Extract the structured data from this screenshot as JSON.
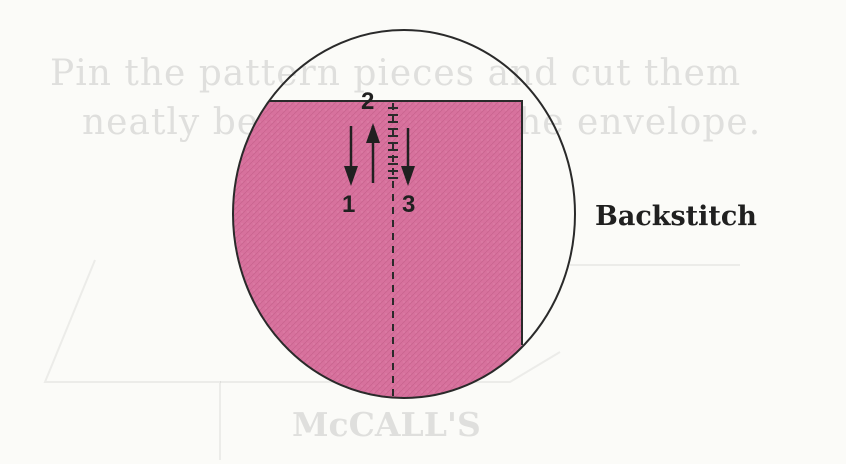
{
  "background_text": {
    "line1": "Pin the pattern pieces and cut them",
    "line2": "neatly before making the envelope.",
    "brand": "McCALL'S"
  },
  "caption": "Backstitch",
  "steps": [
    {
      "number": "1",
      "direction": "down"
    },
    {
      "number": "2",
      "direction": "up"
    },
    {
      "number": "3",
      "direction": "down"
    }
  ],
  "colors": {
    "fabric": "#d7719d",
    "outline": "#2a2a2a",
    "text": "#202020"
  },
  "icons": {
    "stitch_arrow_1": "arrow-down-icon",
    "stitch_arrow_2": "arrow-up-icon",
    "stitch_arrow_3": "arrow-down-icon"
  }
}
